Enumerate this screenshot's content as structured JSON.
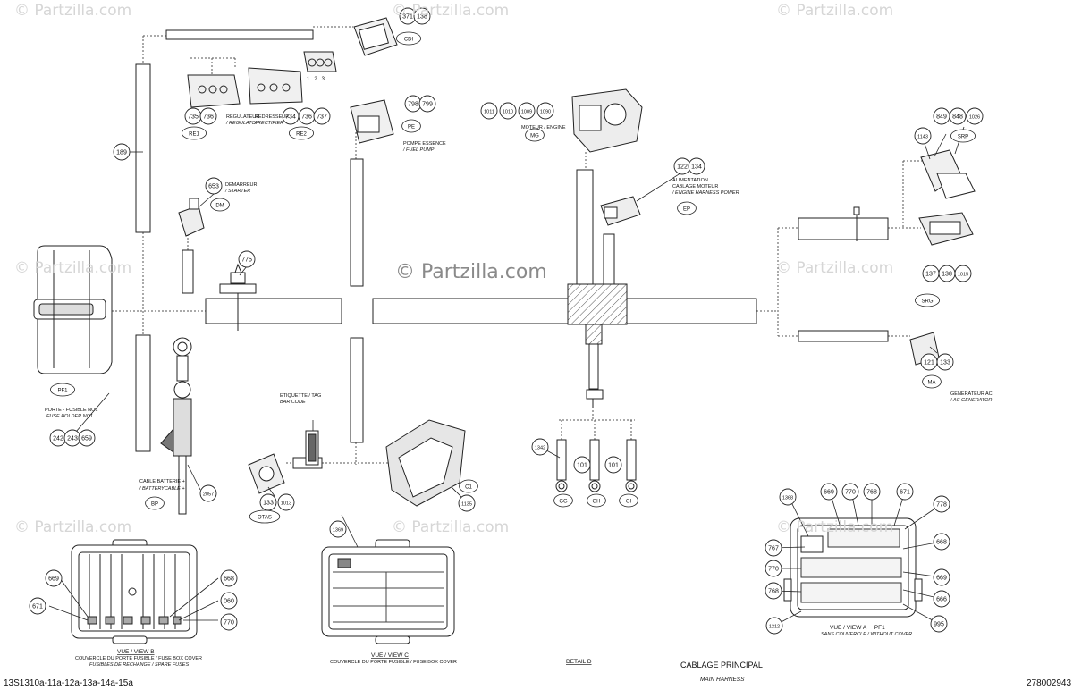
{
  "watermarks": {
    "small": "© Partzilla.com",
    "center": "© Partzilla.com"
  },
  "footer": {
    "left_code": "13S1310a-11a-12a-13a-14a-15a",
    "right_code": "278002943"
  },
  "title": {
    "fr": "CABLAGE PRINCIPAL",
    "en": "MAIN HARNESS"
  },
  "bubbles": [
    {
      "n": "371"
    },
    {
      "n": "138"
    },
    {
      "n": "735"
    },
    {
      "n": "736"
    },
    {
      "n": "734"
    },
    {
      "n": "736"
    },
    {
      "n": "737"
    },
    {
      "n": "798"
    },
    {
      "n": "799"
    },
    {
      "n": "1011"
    },
    {
      "n": "1010"
    },
    {
      "n": "1009"
    },
    {
      "n": "1090"
    },
    {
      "n": "849"
    },
    {
      "n": "848"
    },
    {
      "n": "1026"
    },
    {
      "n": "1143"
    },
    {
      "n": "189"
    },
    {
      "n": "653"
    },
    {
      "n": "122"
    },
    {
      "n": "134"
    },
    {
      "n": "775"
    },
    {
      "n": "137"
    },
    {
      "n": "138"
    },
    {
      "n": "1015"
    },
    {
      "n": "121"
    },
    {
      "n": "133"
    },
    {
      "n": "242"
    },
    {
      "n": "243"
    },
    {
      "n": "659"
    },
    {
      "n": "1342"
    },
    {
      "n": "101"
    },
    {
      "n": "101"
    },
    {
      "n": "2057"
    },
    {
      "n": "133"
    },
    {
      "n": "1013"
    },
    {
      "n": "1135"
    },
    {
      "n": "1368"
    },
    {
      "n": "669"
    },
    {
      "n": "770"
    },
    {
      "n": "768"
    },
    {
      "n": "671"
    },
    {
      "n": "778"
    },
    {
      "n": "767"
    },
    {
      "n": "668"
    },
    {
      "n": "770"
    },
    {
      "n": "669"
    },
    {
      "n": "768"
    },
    {
      "n": "666"
    },
    {
      "n": "1212"
    },
    {
      "n": "995"
    },
    {
      "n": "1369"
    },
    {
      "n": "669"
    },
    {
      "n": "668"
    },
    {
      "n": "060"
    },
    {
      "n": "671"
    },
    {
      "n": "770"
    }
  ],
  "ovals": [
    {
      "t": "CDI"
    },
    {
      "t": "RE1"
    },
    {
      "t": "RE2"
    },
    {
      "t": "PE"
    },
    {
      "t": "MG"
    },
    {
      "t": "SRP"
    },
    {
      "t": "DM"
    },
    {
      "t": "EP"
    },
    {
      "t": "SRG"
    },
    {
      "t": "MA"
    },
    {
      "t": "PF1"
    },
    {
      "t": "BP"
    },
    {
      "t": "OTAS"
    },
    {
      "t": "C1"
    },
    {
      "t": "GG"
    },
    {
      "t": "GH"
    },
    {
      "t": "GI"
    }
  ],
  "labels": {
    "pins": "1   2   3",
    "regulateur_fr": "REGULATEUR",
    "regulateur_en": "/ REGULATOR",
    "redresseur_fr": "REDRESSEUR",
    "redresseur_en": "/ RECTIFIER",
    "pompe_fr": "POMPE ESSENCE",
    "pompe_en": "/ FUEL PUMP",
    "moteur_fr": "MOTEUR / ENGINE",
    "demarreur_fr": "DEMARREUR",
    "demarreur_en": "/ STARTER",
    "alim_1": "ALIMENTATION",
    "alim_2": "CABLAGE MOTEUR",
    "alim_3": "/ ENGINE HARNESS POWER",
    "gen_fr": "GENERATEUR AC",
    "gen_en": "/ AC GENERATOR",
    "porte_fr": "PORTE - FUSIBLE NO1",
    "porte_en": "FUSE HOLDER NO1",
    "etiquette_fr": "ETIQUETTE / TAG",
    "etiquette_en": "BAR CODE",
    "cable_fr": "CABLE BATTERIE +",
    "cable_en": "/ BATTERYCABLE +",
    "viewb_title": "VUE / VIEW B",
    "viewb_1": "COUVERCLE DU PORTE FUSIBLE / FUSE BOX COVER",
    "viewb_2": "FUSIBLES DE RECHANGE / SPARE FUSES",
    "viewc_title": "VUE / VIEW C",
    "viewc_1": "COUVERCLE DU PORTE FUSIBLE / FUSE BOX COVER",
    "detail": "DETAIL D",
    "viewa_title": "VUE / VIEW A     PF1",
    "viewa_1": "SANS COUVERCLE / WITHOUT COVER"
  }
}
